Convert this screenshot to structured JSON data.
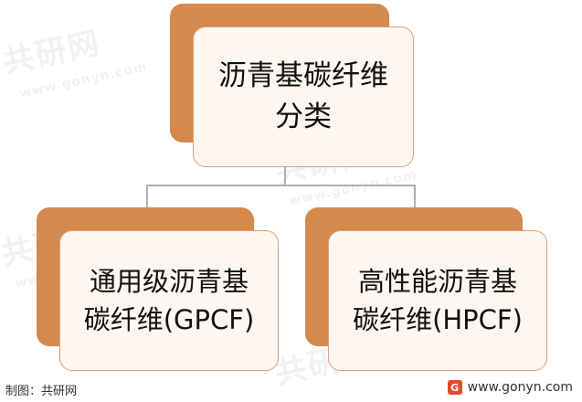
{
  "diagram": {
    "root": {
      "line1": "沥青基碳纤维",
      "line2": "分类"
    },
    "children": [
      {
        "line1": "通用级沥青基",
        "line2": "碳纤维(GPCF)"
      },
      {
        "line1": "高性能沥青基",
        "line2": "碳纤维(HPCF)"
      }
    ]
  },
  "watermark": {
    "big": "共研网",
    "small": "www.gonyn.com"
  },
  "footer": {
    "source": "制图：共研网",
    "website": "www.gonyn.com",
    "logo_icon": "gonyn-logo-icon"
  },
  "colors": {
    "accent": "#d4894d",
    "box_fill": "#fdf6f1",
    "box_border": "#d9a27a",
    "connector": "#b0b0b0"
  }
}
